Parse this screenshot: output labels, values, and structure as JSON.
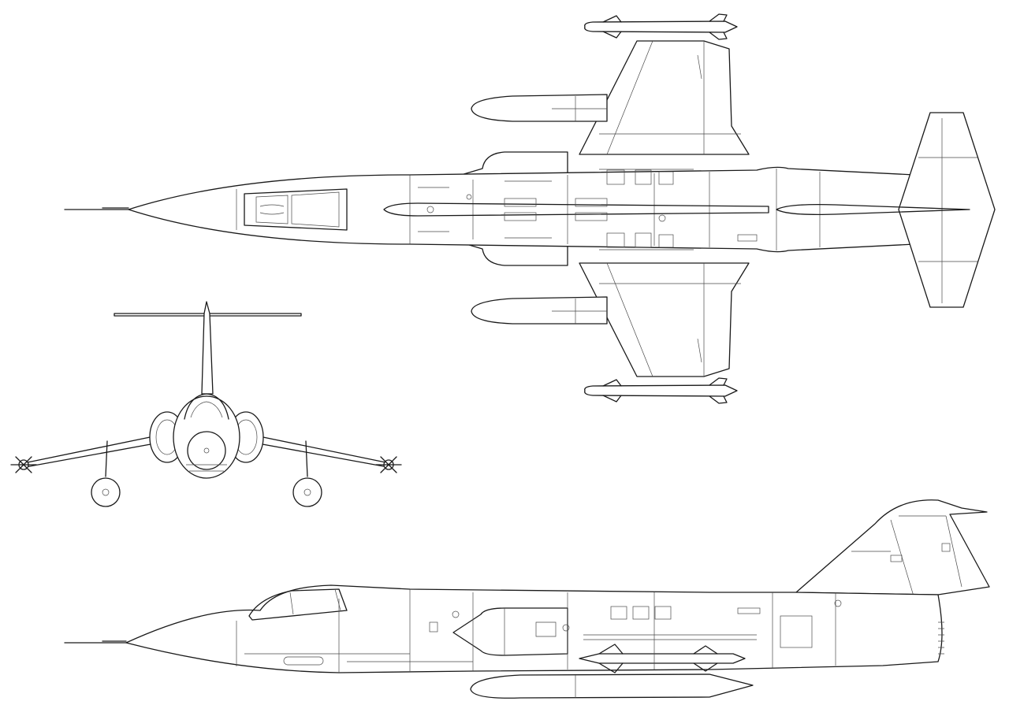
{
  "drawing": {
    "subject": "three-view-line-drawing",
    "views": [
      "top-view",
      "front-view",
      "side-view"
    ],
    "line_color": "#1a1a1a",
    "background_color": "#ffffff"
  }
}
